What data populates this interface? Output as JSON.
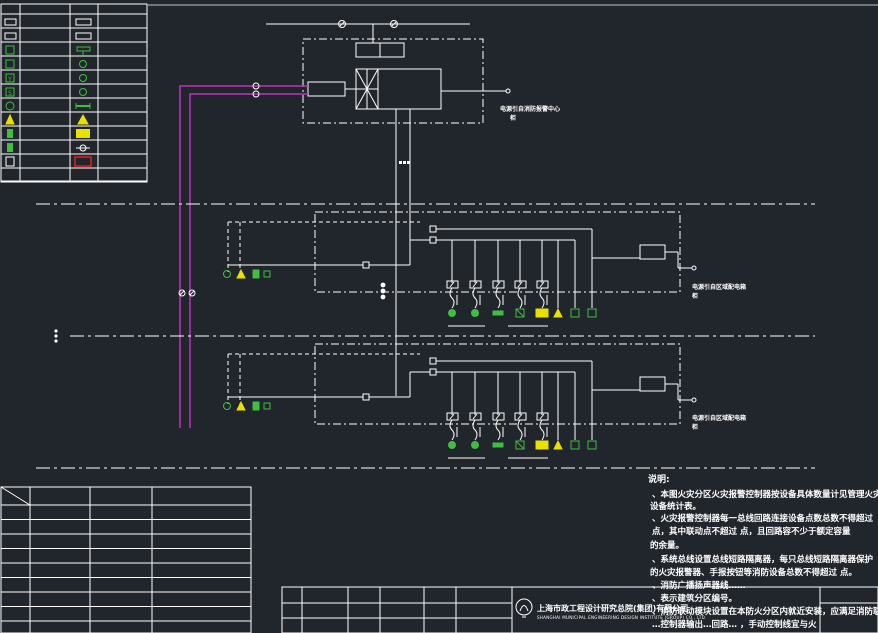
{
  "colors": {
    "background": "#21252c",
    "line": "#ffffff",
    "fire_bus": "#c030c0",
    "device_green": "#3fbf3f",
    "device_yellow": "#e8e000",
    "accent_red": "#e02020"
  },
  "panel_labels": {
    "top": "电源引自消防报警中心",
    "top_suffix": "柜",
    "floor_a": "电源引自区域配电箱",
    "floor_a_suffix": "柜",
    "floor_b": "电源引自区域配电箱",
    "floor_b_suffix": "柜"
  },
  "notes": {
    "title": "说明:",
    "lines": [
      "、本图火灾分区火灾报警控制器按设备具体数量计见管理火灾报警",
      "设备统计表。",
      "、火灾报警控制器每一总线回路连接设备点数总数不得超过",
      "点，其中联动点不超过    点，且回路容不少于额定容量",
      "的余量。",
      "、系统总线设置总线短路隔离器，每只总线短路隔离器保护",
      "的火灾报警器、手报按钮等消防设备总数不得超过    点。",
      "、消防广播扬声器线……",
      "、表示建筑分区编号。",
      "、消防联动模块设置在本防火分区内就近安装，应满足消防联动要求。",
      "…控制器输出…回路…              ，手动控制线宜与火"
    ]
  },
  "title_block": {
    "institute_name": "上海市政工程设计研究总院(集团)有限公司",
    "institute_name_en": "SHANGHAI MUNICIPAL ENGINEERING DESIGN INSTITUTE (GROUP) CO., LTD."
  }
}
